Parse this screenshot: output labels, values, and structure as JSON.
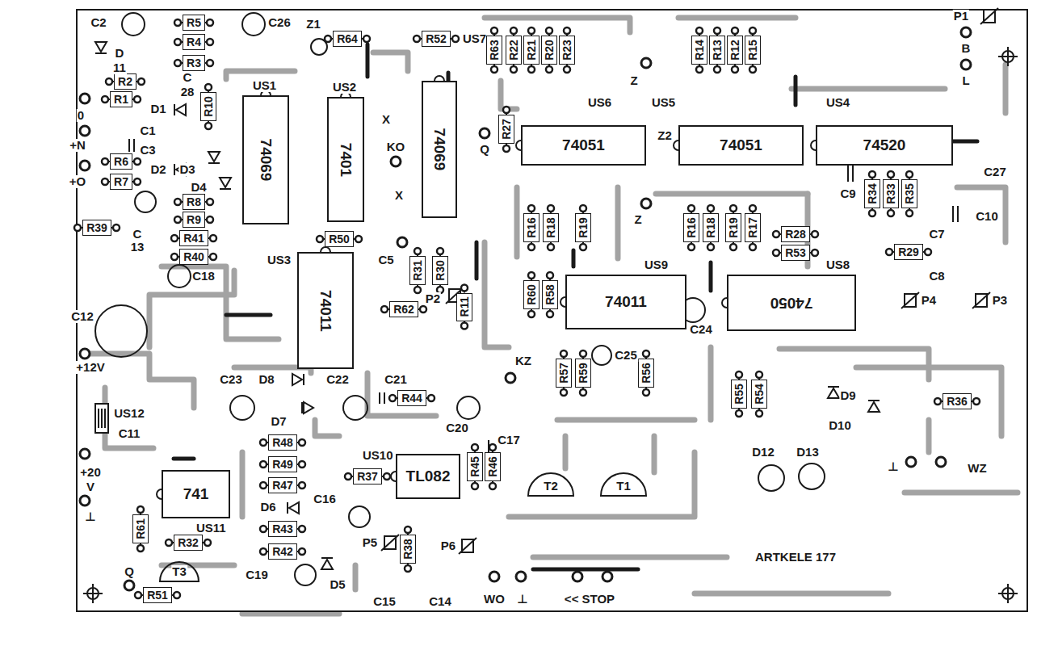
{
  "diagram": {
    "nodes": [
      {
        "text": [
          "R5"
        ]
      },
      {
        "text": [
          "R4"
        ]
      },
      {
        "text": [
          "R3"
        ]
      },
      {
        "text": [
          "R2"
        ]
      },
      {
        "text": [
          "R1"
        ]
      },
      {
        "text": [
          "R10"
        ]
      },
      {
        "text": [
          "US1",
          "74069"
        ]
      },
      {
        "text": [
          "R64"
        ]
      },
      {
        "text": [
          "US2",
          "7401"
        ]
      },
      {
        "text": [
          "R52"
        ]
      },
      {
        "text": [
          "US7",
          "74069"
        ]
      },
      {
        "text": [
          "R63"
        ]
      },
      {
        "text": [
          "R22"
        ]
      },
      {
        "text": [
          "R21"
        ]
      },
      {
        "text": [
          "R20"
        ]
      },
      {
        "text": [
          "R23"
        ]
      },
      {
        "text": [
          "R14"
        ]
      },
      {
        "text": [
          "R13"
        ]
      },
      {
        "text": [
          "R12"
        ]
      },
      {
        "text": [
          "R15"
        ]
      },
      {
        "text": [
          "R27"
        ]
      },
      {
        "text": [
          "US6",
          "74051"
        ]
      },
      {
        "text": [
          "US5",
          "74051"
        ]
      },
      {
        "text": [
          "US4",
          "74520"
        ]
      },
      {
        "text": [
          "R6"
        ]
      },
      {
        "text": [
          "R7"
        ]
      },
      {
        "text": [
          "R34"
        ]
      },
      {
        "text": [
          "R33"
        ]
      },
      {
        "text": [
          "R35"
        ]
      },
      {
        "text": [
          "R8"
        ]
      },
      {
        "text": [
          "R9"
        ]
      },
      {
        "text": [
          "R16"
        ]
      },
      {
        "text": [
          "R18"
        ]
      },
      {
        "text": [
          "R19"
        ]
      },
      {
        "text": [
          "R16"
        ]
      },
      {
        "text": [
          "R18"
        ]
      },
      {
        "text": [
          "R19"
        ]
      },
      {
        "text": [
          "R17"
        ]
      },
      {
        "text": [
          "R39"
        ]
      },
      {
        "text": [
          "R41"
        ]
      },
      {
        "text": [
          "R40"
        ]
      },
      {
        "text": [
          "R50"
        ]
      },
      {
        "text": [
          "R28"
        ]
      },
      {
        "text": [
          "R53"
        ]
      },
      {
        "text": [
          "R29"
        ]
      },
      {
        "text": [
          "US3",
          "74011"
        ]
      },
      {
        "text": [
          "R31"
        ]
      },
      {
        "text": [
          "R30"
        ]
      },
      {
        "text": [
          "R60"
        ]
      },
      {
        "text": [
          "R58"
        ]
      },
      {
        "text": [
          "US9",
          "74011"
        ]
      },
      {
        "text": [
          "US8",
          "74050"
        ]
      },
      {
        "text": [
          "R62"
        ]
      },
      {
        "text": [
          "R11"
        ]
      },
      {
        "text": [
          "R57"
        ]
      },
      {
        "text": [
          "R59"
        ]
      },
      {
        "text": [
          "R56"
        ]
      },
      {
        "text": [
          "R55"
        ]
      },
      {
        "text": [
          "R54"
        ]
      },
      {
        "text": [
          "R36"
        ]
      },
      {
        "text": [
          "R44"
        ]
      },
      {
        "text": [
          "R48"
        ]
      },
      {
        "text": [
          "R49"
        ]
      },
      {
        "text": [
          "R47"
        ]
      },
      {
        "text": [
          "US10",
          "TL082"
        ]
      },
      {
        "text": [
          "R37"
        ]
      },
      {
        "text": [
          "R45"
        ]
      },
      {
        "text": [
          "R46"
        ]
      },
      {
        "text": [
          "US11",
          "741"
        ]
      },
      {
        "text": [
          "R43"
        ]
      },
      {
        "text": [
          "R42"
        ]
      },
      {
        "text": [
          "R61"
        ]
      },
      {
        "text": [
          "R32"
        ]
      },
      {
        "text": [
          "R38"
        ]
      },
      {
        "text": [
          "R51"
        ]
      }
    ],
    "labels": [
      "C2",
      "D",
      "11",
      "C26",
      "Z1",
      "C",
      "28",
      "D1",
      "0",
      "C1",
      "C3",
      "+N",
      "D2",
      "D3",
      "D4",
      "+O",
      "X",
      "KO",
      "Q",
      "X",
      "Z",
      "Z2",
      "Z",
      "P1",
      "B",
      "L",
      "C9",
      "C27",
      "C10",
      "C7",
      "C8",
      "P4",
      "P3",
      "C5",
      "P2",
      "C",
      "13",
      "C18",
      "C12",
      "+12V",
      "KZ",
      "C25",
      "C24",
      "US12",
      "C11",
      "C23",
      "D8",
      "C22",
      "C21",
      "D7",
      "C20",
      "C17",
      "+20",
      "V",
      "D6",
      "C16",
      "⊥",
      "T2",
      "T1",
      "Q",
      "T3",
      "C19",
      "D5",
      "P5",
      "P6",
      "C15",
      "C14",
      "WO",
      "⊥",
      "<< STOP",
      "D9",
      "D10",
      "D12",
      "D13",
      "⊥",
      "WZ",
      "ARTKELE 177"
    ]
  }
}
